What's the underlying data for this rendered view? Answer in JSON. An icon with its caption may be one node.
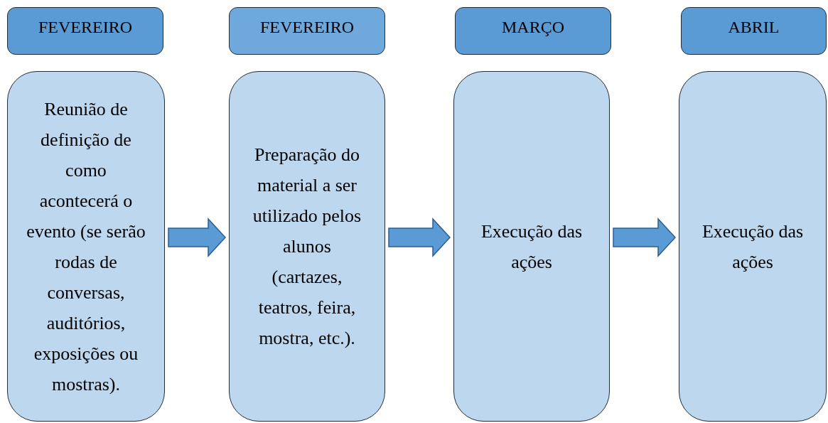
{
  "diagram": {
    "nodes": [
      {
        "text": [
          "FEVEREIRO"
        ]
      },
      {
        "text": [
          "FEVEREIRO"
        ]
      },
      {
        "text": [
          "MARÇO"
        ]
      },
      {
        "text": [
          "ABRIL"
        ]
      },
      {
        "text": [
          "Reunião de definição de como acontecerá o evento (se serão rodas de conversas, auditórios, exposições ou mostras)."
        ]
      },
      {
        "text": [
          "Preparação do material a ser utilizado pelos alunos (cartazes, teatros, feira, mostra, etc.)."
        ]
      },
      {
        "text": [
          "Execução das ações"
        ]
      },
      {
        "text": [
          "Execução das ações"
        ]
      }
    ],
    "edges": [
      {
        "from": 4,
        "to": 5,
        "arrow": "to"
      },
      {
        "from": 5,
        "to": 6,
        "arrow": "to"
      },
      {
        "from": 6,
        "to": 7,
        "arrow": "to"
      }
    ]
  }
}
